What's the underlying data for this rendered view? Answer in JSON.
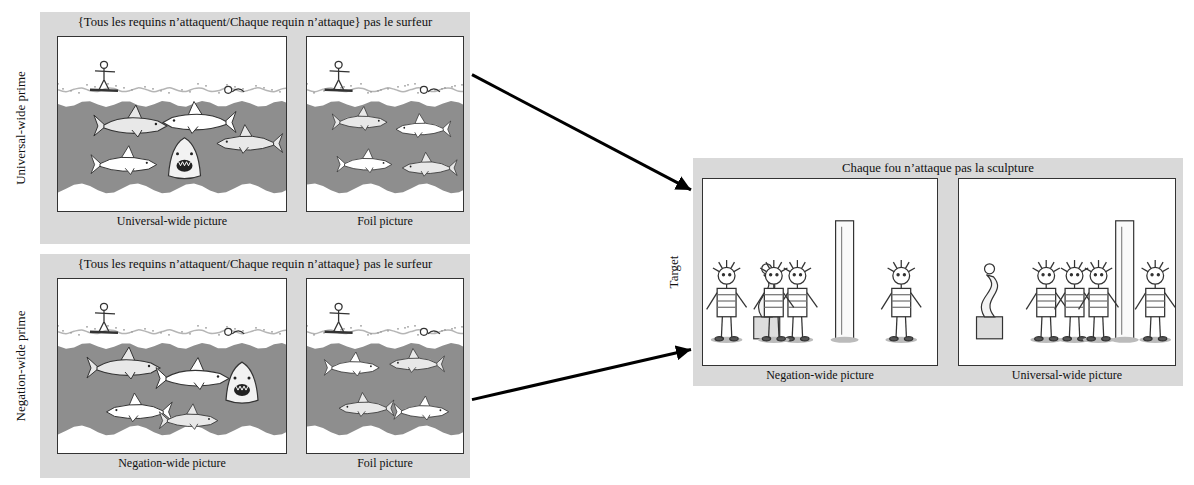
{
  "diagram": {
    "nodes": [
      {
        "text": [
          "Universal-wide prime",
          "{Tous les requins n’attaquent/Chaque requin n’attaque} pas le surfeur"
        ]
      },
      {
        "text": [
          "Universal-wide picture"
        ],
        "in": 0
      },
      {
        "text": [
          "Foil picture"
        ],
        "in": 0
      },
      {
        "text": [
          "Negation-wide prime",
          "{Tous les requins n’attaquent/Chaque requin n’attaque} pas le surfeur"
        ]
      },
      {
        "text": [
          "Negation-wide picture"
        ],
        "in": 3
      },
      {
        "text": [
          "Foil picture"
        ],
        "in": 3
      },
      {
        "text": [
          "Target",
          "Chaque fou n’attaque pas la sculpture"
        ]
      },
      {
        "text": [
          "Negation-wide picture"
        ],
        "in": 6
      },
      {
        "text": [
          "Universal-wide picture"
        ],
        "in": 6
      }
    ],
    "edges": [
      {
        "from": 0,
        "to": 6,
        "arrow": "to"
      },
      {
        "from": 3,
        "to": 6,
        "arrow": "to"
      }
    ]
  }
}
